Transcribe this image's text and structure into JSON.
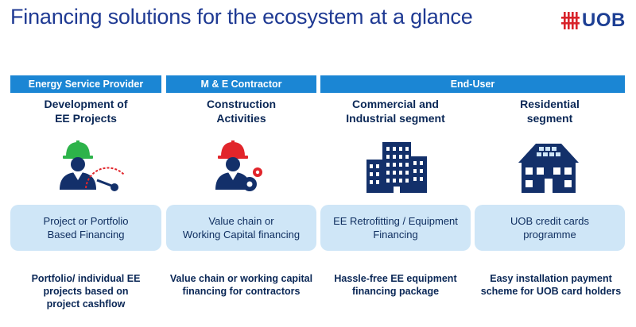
{
  "page_title": "Financing solutions for the ecosystem at a glance",
  "logo": {
    "text": "UOB",
    "icon": "uob-logo-icon"
  },
  "colors": {
    "title": "#1f3a93",
    "header_bar": "#1b86d4",
    "financing_box": "#cfe6f7",
    "text_dark": "#0a2756",
    "logo_red": "#d8232a",
    "icon_navy": "#13306a",
    "helmet_green": "#2db34a",
    "helmet_red": "#e1252b"
  },
  "header_bars": [
    {
      "label": "Energy Service Provider"
    },
    {
      "label": "M & E Contractor"
    },
    {
      "label": "End-User"
    }
  ],
  "columns": [
    {
      "title": "Development of\nEE Projects",
      "icon": "engineer-gauge-icon",
      "financing": "Project or Portfolio\nBased Financing",
      "description": "Portfolio/ individual EE\nprojects based on\nproject cashflow"
    },
    {
      "title": "Construction\nActivities",
      "icon": "contractor-gear-icon",
      "financing": "Value chain or\nWorking Capital financing",
      "description": "Value chain or working capital\nfinancing for contractors"
    },
    {
      "title": "Commercial and\nIndustrial segment",
      "icon": "office-building-icon",
      "financing": "EE Retrofitting / Equipment\nFinancing",
      "description": "Hassle-free EE equipment\nfinancing package"
    },
    {
      "title": "Residential\nsegment",
      "icon": "solar-house-icon",
      "financing": "UOB credit cards\nprogramme",
      "description": "Easy installation payment\nscheme for UOB card holders"
    }
  ]
}
